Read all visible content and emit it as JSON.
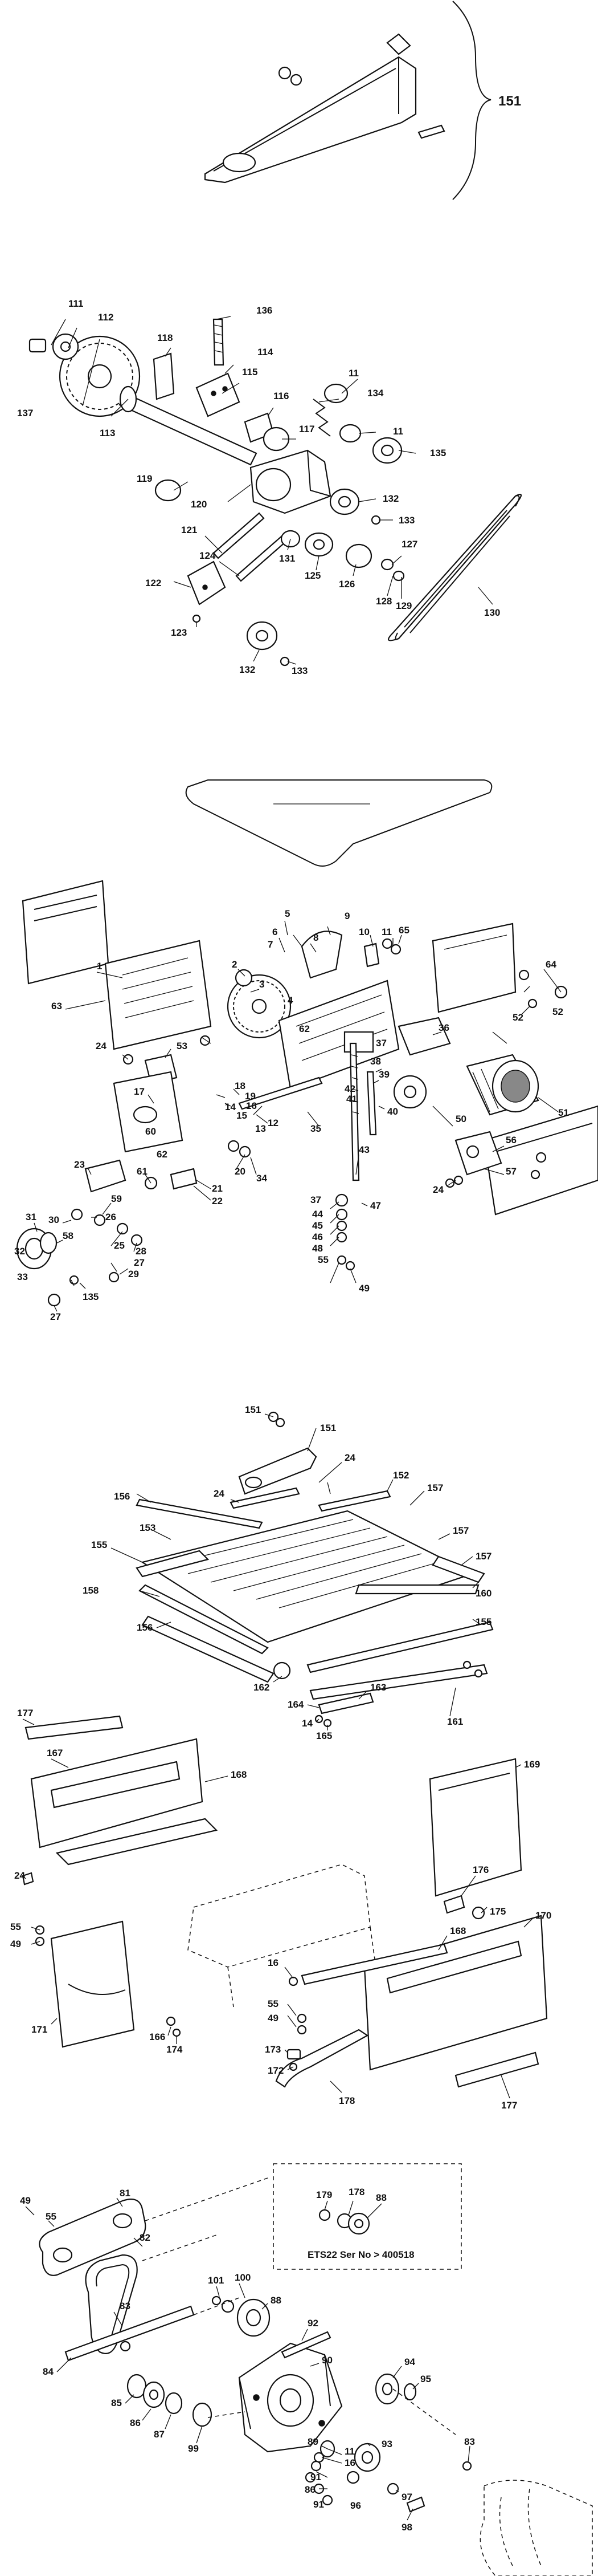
{
  "callouts": {
    "p151a": "151",
    "p111": "111",
    "p112": "112",
    "p136": "136",
    "p118": "118",
    "p114": "114",
    "p115": "115",
    "p11a": "11",
    "p134": "134",
    "p116": "116",
    "p137": "137",
    "p113": "113",
    "p117": "117",
    "p11b": "11",
    "p135": "135",
    "p119": "119",
    "p120": "120",
    "p132a": "132",
    "p133a": "133",
    "p121": "121",
    "p127": "127",
    "p124": "124",
    "p131": "131",
    "p125": "125",
    "p126": "126",
    "p128": "128",
    "p129": "129",
    "p130": "130",
    "p122": "122",
    "p123": "123",
    "p132b": "132",
    "p133b": "133",
    "p5": "5",
    "p9": "9",
    "p6": "6",
    "p7": "7",
    "p2": "2",
    "p3": "3",
    "p8": "8",
    "p10": "10",
    "p11c": "11",
    "p65": "65",
    "p64": "64",
    "p1": "1",
    "p63": "63",
    "p4": "4",
    "p62a": "62",
    "p52a": "52",
    "p52b": "52",
    "p24a": "24",
    "p53": "53",
    "p17": "17",
    "p18": "18",
    "p19": "19",
    "p37a": "37",
    "p36": "36",
    "p38": "38",
    "p39": "39",
    "p42": "42",
    "p41": "41",
    "p40": "40",
    "p51": "51",
    "p50": "50",
    "p56": "56",
    "p57": "57",
    "p24b": "24",
    "p60": "60",
    "p62b": "62",
    "p15": "15",
    "p14": "14",
    "p13": "13",
    "p16": "16",
    "p12": "12",
    "p35": "35",
    "p43": "43",
    "p20": "20",
    "p34": "34",
    "p61": "61",
    "p21": "21",
    "p22": "22",
    "p23": "23",
    "p59": "59",
    "p26": "26",
    "p31": "31",
    "p30": "30",
    "p58": "58",
    "p25": "25",
    "p32": "32",
    "p28": "28",
    "p29": "29",
    "p33": "33",
    "p27a": "27",
    "p27b": "27",
    "p135b": "135",
    "p37b": "37",
    "p44": "44",
    "p45": "45",
    "p46": "46",
    "p47": "47",
    "p48": "48",
    "p55a": "55",
    "p49a": "49",
    "p151b": "151",
    "p151c": "151",
    "p24c": "24",
    "p24d": "24",
    "p152": "152",
    "p156a": "156",
    "p157a": "157",
    "p153": "153",
    "p155a": "155",
    "p157b": "157",
    "p158": "158",
    "p160": "160",
    "p156b": "156",
    "p155b": "155",
    "p162": "162",
    "p163": "163",
    "p164": "164",
    "p14b": "14",
    "p165": "165",
    "p161": "161",
    "p177a": "177",
    "p167": "167",
    "p169": "169",
    "p168a": "168",
    "p24e": "24",
    "p176": "176",
    "p175": "175",
    "p55b": "55",
    "p49b": "49",
    "p168b": "168",
    "p170": "170",
    "p16b": "16",
    "p171": "171",
    "p55c": "55",
    "p49c": "49",
    "p173": "173",
    "p172": "172",
    "p166": "166",
    "p174": "174",
    "p177b": "177",
    "p178a": "178",
    "p179": "179",
    "p178b": "178",
    "p88a": "88",
    "p49d": "49",
    "p55d": "55",
    "p81": "81",
    "p82": "82",
    "p83a": "83",
    "p101": "101",
    "p100": "100",
    "p88b": "88",
    "p84": "84",
    "p92": "92",
    "p90": "90",
    "p85": "85",
    "p86a": "86",
    "p87": "87",
    "p99": "99",
    "p89": "89",
    "p11d": "11",
    "p16c": "16",
    "p94": "94",
    "p91a": "91",
    "p86b": "86",
    "p91b": "91",
    "p96": "96",
    "p93": "93",
    "p97": "97",
    "p98": "98",
    "p95": "95",
    "p83b": "83"
  },
  "inset_note": "ETS22 Ser No > 400518"
}
